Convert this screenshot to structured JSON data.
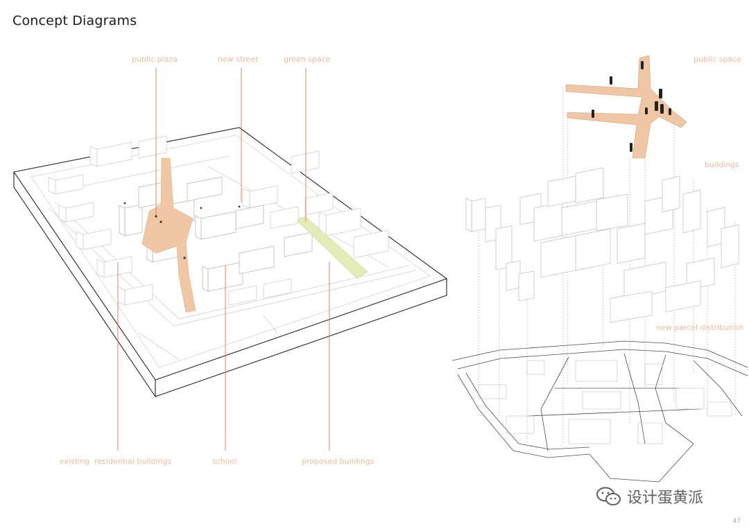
{
  "page": {
    "title": "Concept Diagrams",
    "page_number": "47"
  },
  "left_diagram": {
    "top_labels": [
      "public plaza",
      "new street",
      "green space"
    ],
    "bottom_labels": [
      "existing  residential buildings",
      "school",
      "proposed buildings"
    ]
  },
  "right_diagram": {
    "labels": [
      "public space",
      "buildings",
      "new parcel distribution"
    ]
  },
  "watermark": {
    "text": "设计蛋黄派",
    "logo": "wechat-logo"
  },
  "colors": {
    "title": "#1c1c1c",
    "label": "#f2b99a",
    "leader_line": "#e0835a",
    "plaza_fill": "#f0c7a4",
    "green_fill": "#e3ecb8"
  }
}
